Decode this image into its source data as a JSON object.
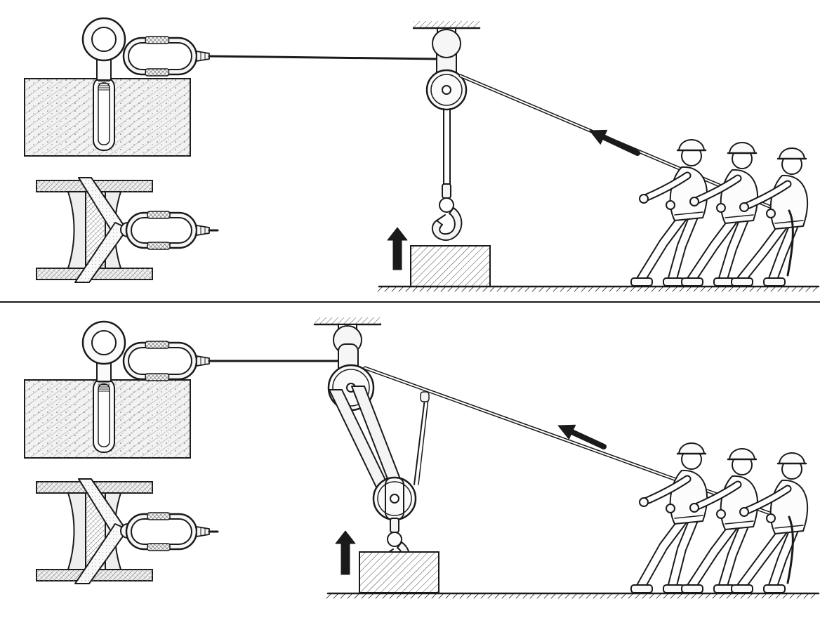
{
  "diagram": {
    "panels": [
      {
        "id": "single-pulley",
        "pulley_count": 1,
        "workers": 3,
        "anchors": [
          "eye-bolt-in-concrete",
          "sling-around-i-beam"
        ],
        "pull_arrow": "up-left",
        "load_arrow": "up"
      },
      {
        "id": "block-and-tackle",
        "pulley_count": 2,
        "workers": 3,
        "anchors": [
          "eye-bolt-in-concrete",
          "sling-around-i-beam"
        ],
        "pull_arrow": "up-left",
        "load_arrow": "up"
      }
    ],
    "colors": {
      "ink": "#1a1a1a",
      "paper": "#ffffff",
      "concrete": "#f2f2f2",
      "steel": "#eeeeee"
    }
  }
}
